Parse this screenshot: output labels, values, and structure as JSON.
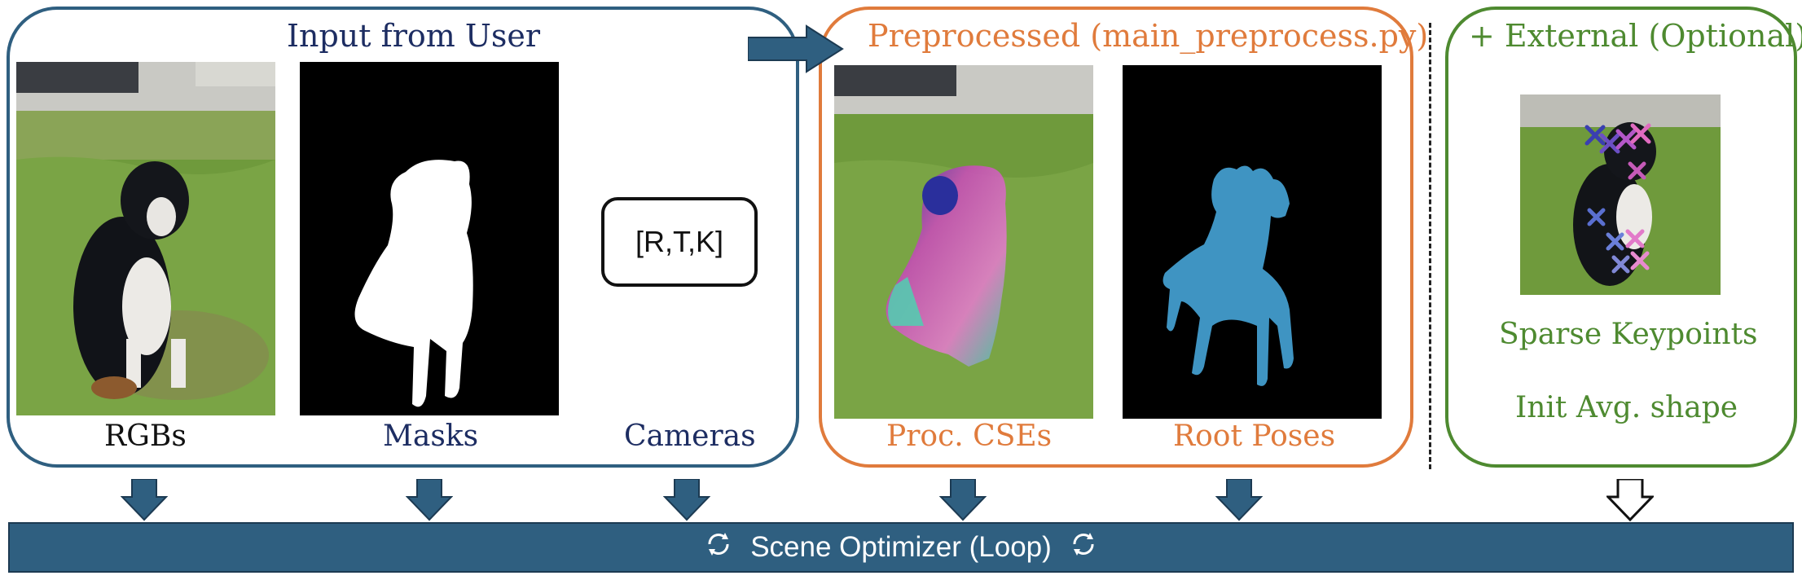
{
  "input_group": {
    "title": "Input from User",
    "rgbs_label": "RGBs",
    "masks_label": "Masks",
    "cameras_label": "Cameras",
    "camera_text": "[R,T,K]"
  },
  "preprocess_group": {
    "title": "Preprocessed (main_preprocess.py)",
    "cses_label": "Proc. CSEs",
    "root_label": "Root Poses"
  },
  "external_group": {
    "title": "+ External (Optional)",
    "keypoints_label": "Sparse Keypoints",
    "init_label": "Init Avg. shape"
  },
  "optimizer": {
    "label": "Scene Optimizer (Loop)"
  },
  "colors": {
    "user_border": "#2f5f80",
    "preprocess_border": "#e07b3c",
    "external_border": "#4e8a30",
    "banner": "#2f5f80"
  }
}
